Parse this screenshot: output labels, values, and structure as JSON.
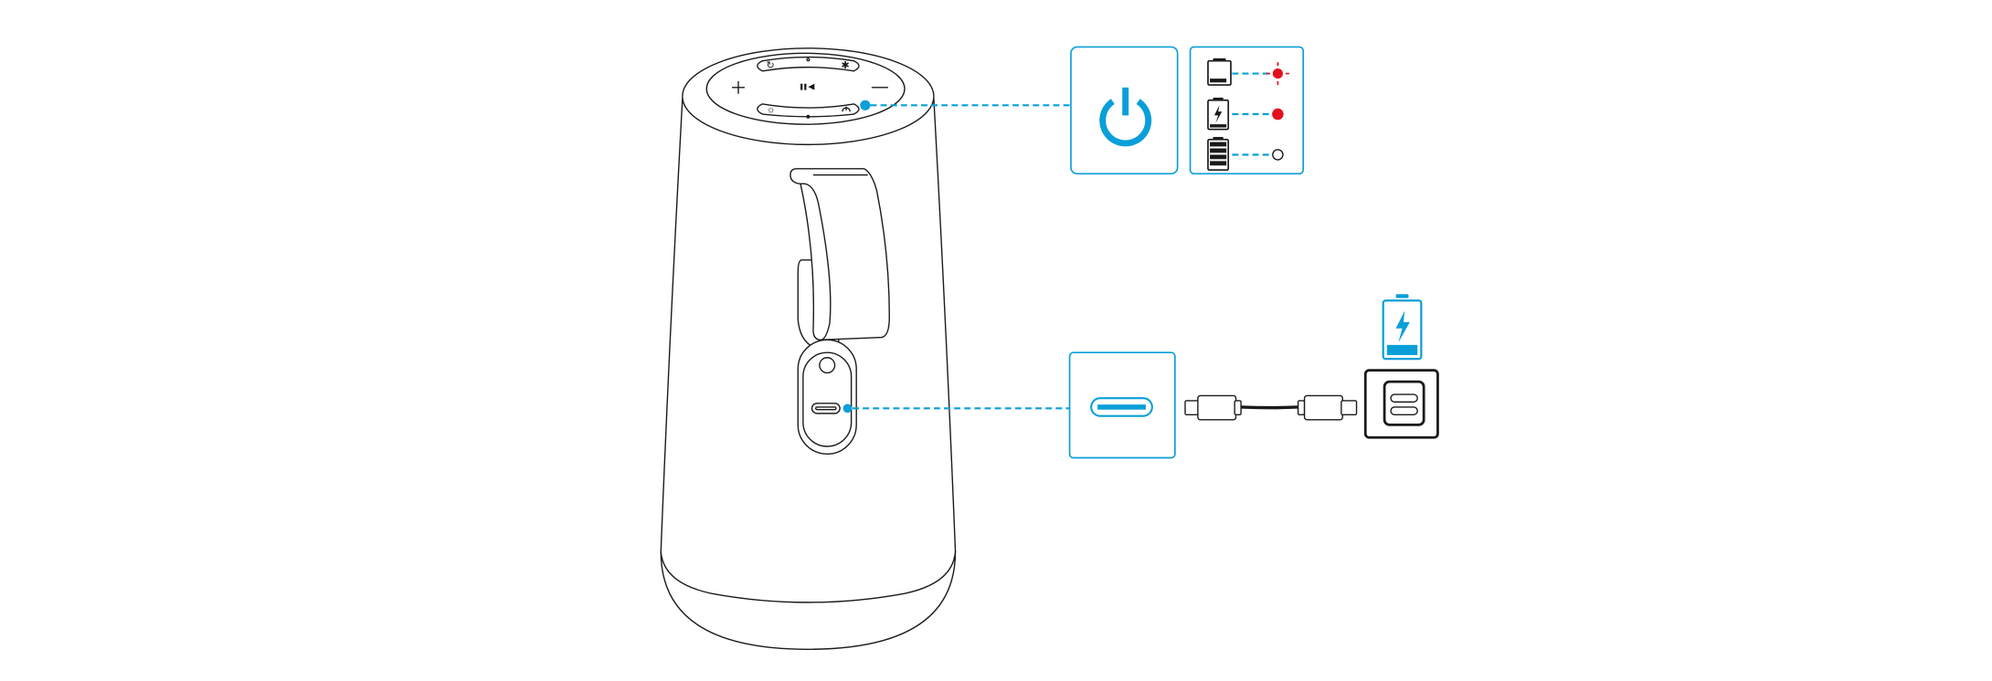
{
  "colors": {
    "accent": "#0a9fd8",
    "indicator_red": "#e3101d",
    "line": "#1a1a1a",
    "background": "#ffffff"
  },
  "speaker": {
    "top_buttons": [
      "mode-icon",
      "bluetooth-icon",
      "plus-icon",
      "play-pause-icon",
      "minus-icon",
      "light-icon",
      "power-icon"
    ]
  },
  "callouts": {
    "power": {
      "icon": "power-icon"
    },
    "battery_status": [
      {
        "icon": "battery-low-icon",
        "indicator": "red-flashing"
      },
      {
        "icon": "battery-charging-icon",
        "indicator": "red-solid"
      },
      {
        "icon": "battery-full-icon",
        "indicator": "off"
      }
    ],
    "charging": {
      "port_icon": "usb-c-port-icon",
      "cable_icon": "usb-c-cable-icon",
      "charger_icon": "dual-usb-c-charger-icon",
      "battery_icon": "battery-charging-icon"
    }
  }
}
